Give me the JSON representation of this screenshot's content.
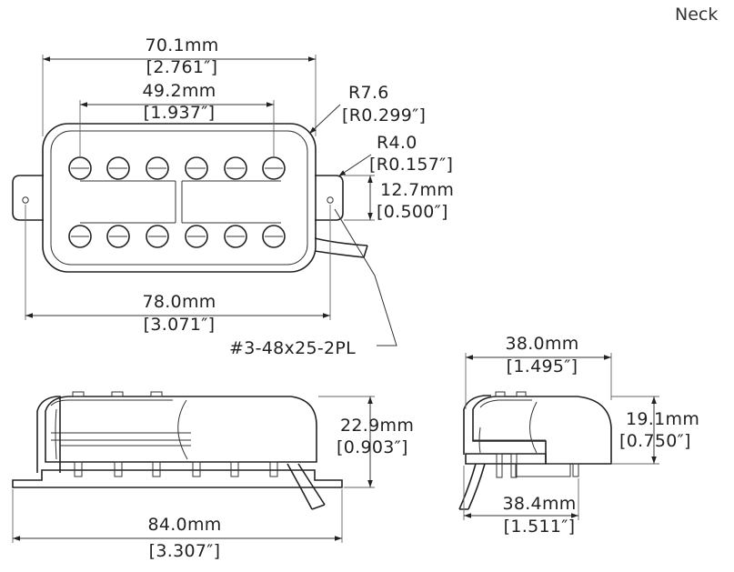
{
  "position_label": "Neck",
  "top_view": {
    "overall_width": {
      "mm": "70.1mm",
      "in": "[2.761″]"
    },
    "pole_spacing": {
      "mm": "49.2mm",
      "in": "[1.937″]"
    },
    "corner_radius_outer": {
      "mm": "R7.6",
      "in": "[R0.299″]"
    },
    "corner_radius_inner": {
      "mm": "R4.0",
      "in": "[R0.157″]"
    },
    "ear_height": {
      "mm": "12.7mm",
      "in": "[0.500″]"
    },
    "mounting_width": {
      "mm": "78.0mm",
      "in": "[3.071″]"
    },
    "screw_spec": "#3-48x25-2PL"
  },
  "side_view": {
    "height": {
      "mm": "22.9mm",
      "in": "[0.903″]"
    },
    "overall_length": {
      "mm": "84.0mm",
      "in": "[3.307″]"
    }
  },
  "end_view": {
    "top_width": {
      "mm": "38.0mm",
      "in": "[1.495″]"
    },
    "height": {
      "mm": "19.1mm",
      "in": "[0.750″]"
    },
    "bottom_width": {
      "mm": "38.4mm",
      "in": "[1.511″]"
    }
  }
}
